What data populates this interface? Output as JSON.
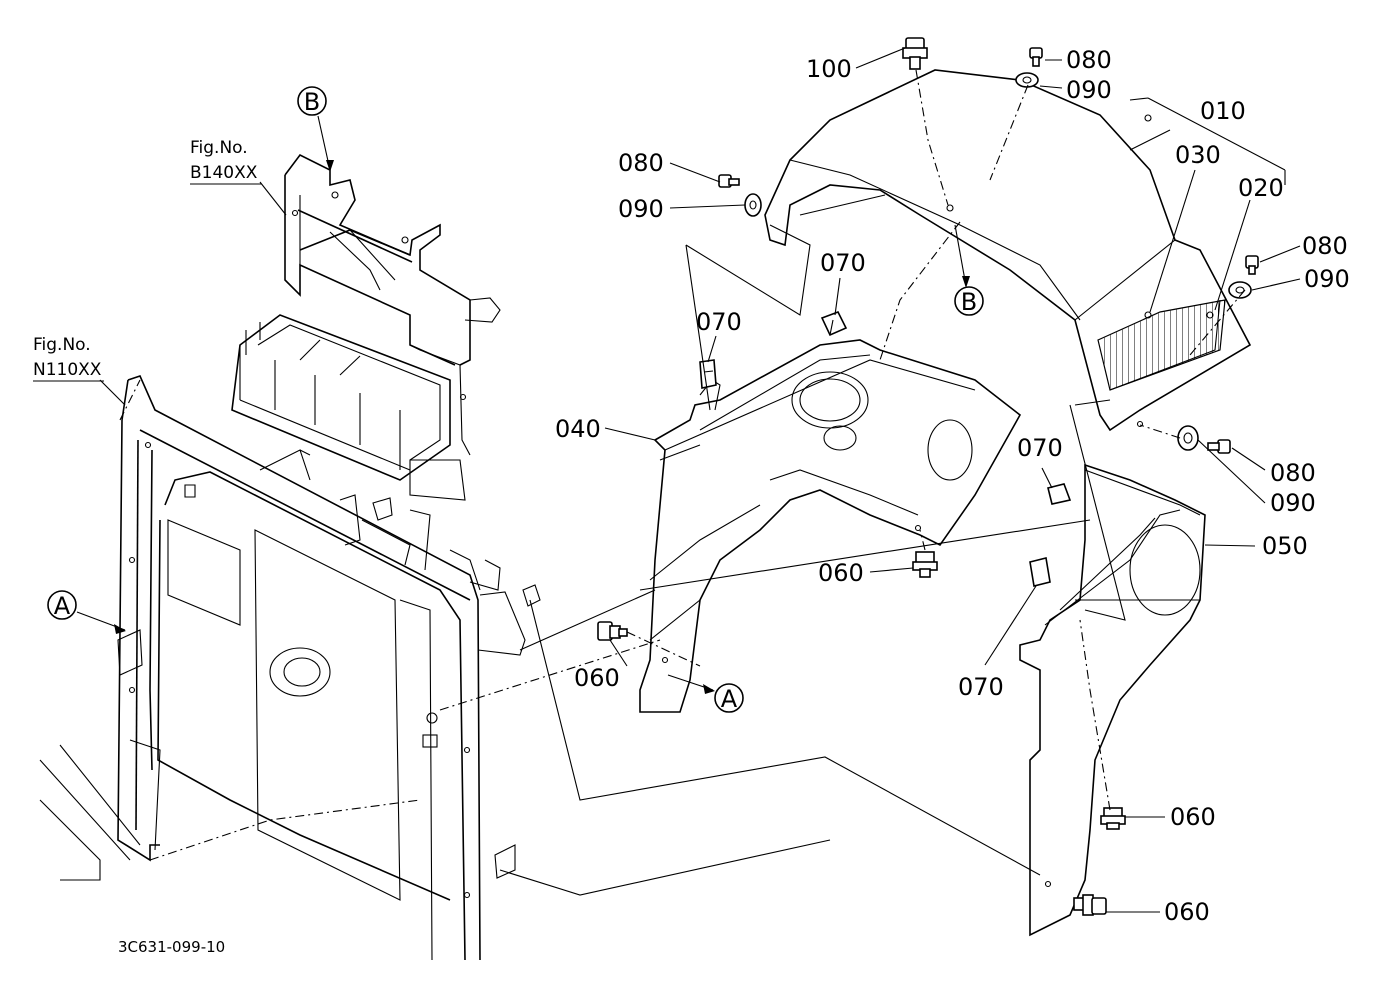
{
  "figure_refs": {
    "b140": {
      "title": "Fig.No.",
      "code": "B140XX"
    },
    "n110": {
      "title": "Fig.No.",
      "code": "N110XX"
    }
  },
  "callouts": {
    "p010": "010",
    "p020": "020",
    "p030": "030",
    "p040": "040",
    "p050": "050",
    "p060a": "060",
    "p060b": "060",
    "p060c": "060",
    "p060d": "060",
    "p070a": "070",
    "p070b": "070",
    "p070c": "070",
    "p070d": "070",
    "p080a": "080",
    "p080b": "080",
    "p080c": "080",
    "p080d": "080",
    "p090a": "090",
    "p090b": "090",
    "p090c": "090",
    "p090d": "090",
    "p100": "100"
  },
  "markers": {
    "a1": "A",
    "a2": "A",
    "b1": "B",
    "b2": "B"
  },
  "drawing_code": "3C631-099-10"
}
